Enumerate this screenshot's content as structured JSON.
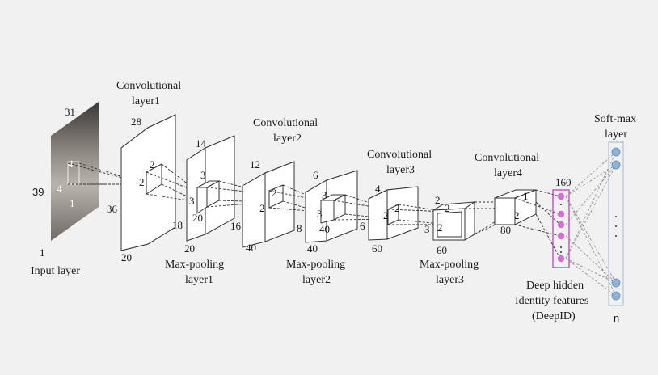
{
  "input": {
    "label": "Input layer",
    "width_label": "31",
    "height_label": "39",
    "depth_label": "1",
    "kernel_w": "4",
    "kernel_h": "4",
    "kernel_d": "1"
  },
  "conv1": {
    "title_line1": "Convolutional",
    "title_line2": "layer1",
    "dim_top": "28",
    "dim_left": "36",
    "dim_bottom": "20",
    "kernel_top": "2",
    "kernel_side": "2"
  },
  "pool1": {
    "title_line1": "Max-pooling",
    "title_line2": "layer1",
    "dim_top": "14",
    "dim_right": "18",
    "dim_bottom": "20",
    "kernel_top": "3",
    "kernel_side": "3",
    "kernel_depth": "20"
  },
  "conv2": {
    "title_line1": "Convolutional",
    "title_line2": "layer2",
    "dim_top": "12",
    "dim_left": "16",
    "dim_bottom": "40",
    "kernel_top": "2",
    "kernel_side": "2"
  },
  "pool2": {
    "title_line1": "Max-pooling",
    "title_line2": "layer2",
    "dim_top": "6",
    "dim_left": "8",
    "dim_bottom": "40",
    "kernel_top": "3",
    "kernel_side": "3",
    "kernel_depth": "40"
  },
  "conv3": {
    "title_line1": "Convolutional",
    "title_line2": "layer3",
    "dim_top": "4",
    "dim_left": "6",
    "dim_bottom": "60",
    "kernel_top": "2",
    "kernel_side": "2"
  },
  "pool3": {
    "title_line1": "Max-pooling",
    "title_line2": "layer3",
    "dim_top": "2",
    "dim_left": "3",
    "dim_bottom": "60",
    "kernel_top": "2",
    "kernel_side": "2"
  },
  "conv4": {
    "title_line1": "Convolutional",
    "title_line2": "layer4",
    "dim_right": "1",
    "dim_side": "2",
    "dim_bottom": "80"
  },
  "deepid": {
    "size": "160",
    "label_line1": "Deep hidden",
    "label_line2": "Identity features",
    "label_line3": "(DeepID)",
    "color": "#d56fd6"
  },
  "softmax": {
    "title_line1": "Soft-max",
    "title_line2": "layer",
    "size": "n",
    "color": "#8fb3dd"
  }
}
